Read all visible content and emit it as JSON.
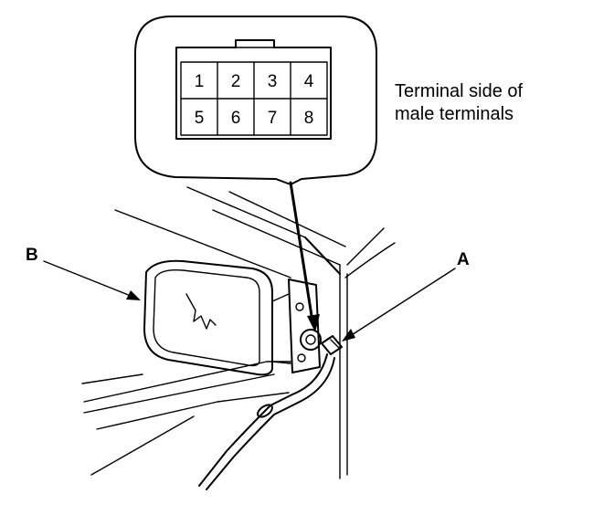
{
  "connector": {
    "pins_row1": [
      "1",
      "2",
      "3",
      "4"
    ],
    "pins_row2": [
      "5",
      "6",
      "7",
      "8"
    ]
  },
  "callout": {
    "line1": "Terminal side of",
    "line2": "male terminals"
  },
  "labels": {
    "a": "A",
    "b": "B"
  }
}
